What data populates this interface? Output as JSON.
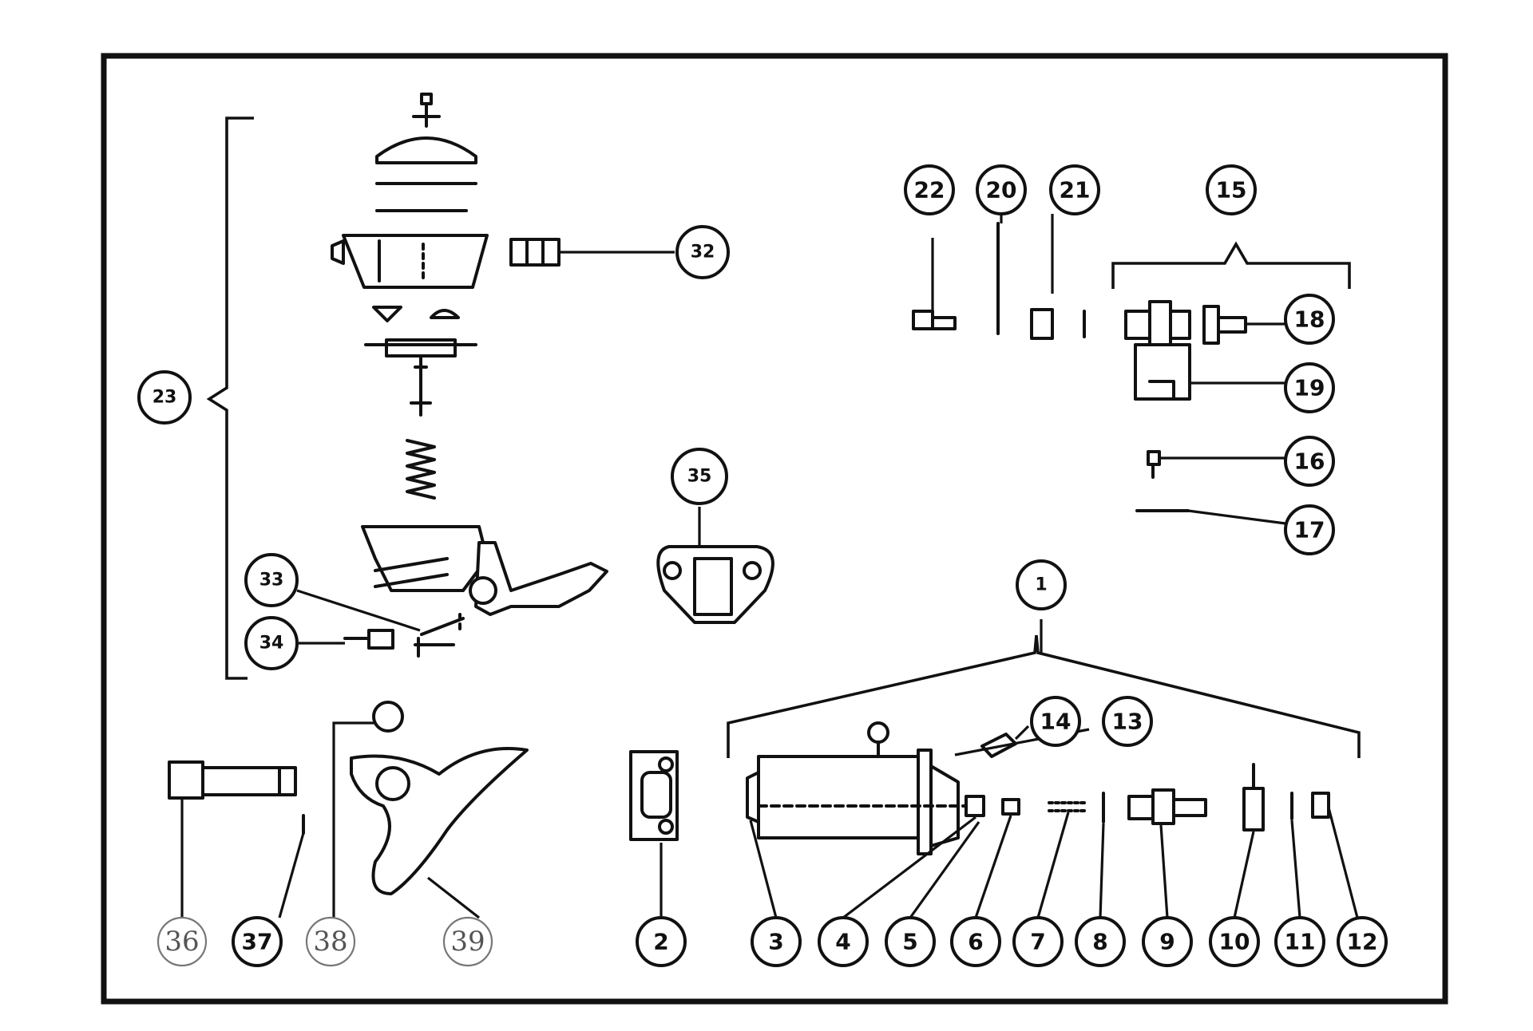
{
  "diagram": {
    "callouts": [
      "1",
      "2",
      "3",
      "4",
      "5",
      "6",
      "7",
      "8",
      "9",
      "10",
      "11",
      "12",
      "13",
      "14",
      "15",
      "16",
      "17",
      "18",
      "19",
      "20",
      "21",
      "22",
      "23",
      "32",
      "33",
      "34",
      "35",
      "36",
      "37",
      "38",
      "39"
    ]
  }
}
